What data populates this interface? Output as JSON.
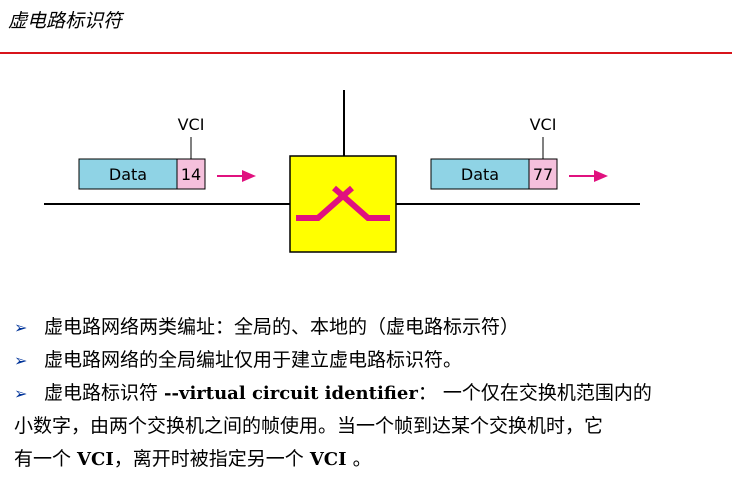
{
  "title": "虚电路标识符",
  "diagram": {
    "left_packet": {
      "label": "Data",
      "vci_value": "14",
      "vci_caption": "VCI"
    },
    "right_packet": {
      "label": "Data",
      "vci_value": "77",
      "vci_caption": "VCI"
    }
  },
  "bullets": [
    {
      "text": "虚电路网络两类编址：全局的、本地的（虚电路标示符）"
    },
    {
      "text": "虚电路网络的全局编址仅用于建立虚电路标识符。"
    },
    {
      "pre": "虚电路标识符 ",
      "bold": "--virtual circuit identifier",
      "post": "： 一个仅在交换机范围内的",
      "line2": "小数字，由两个交换机之间的帧使用。当一个帧到达某个交换机时，它",
      "line3_pre": "有一个 ",
      "line3_bold1": "VCI",
      "line3_mid": "，离开时被指定另一个 ",
      "line3_bold2": "VCI",
      "line3_post": " 。"
    }
  ]
}
